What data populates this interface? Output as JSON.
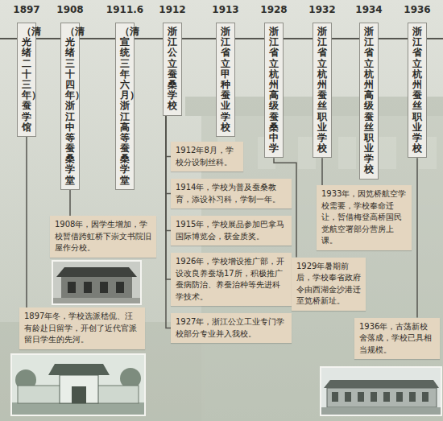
{
  "diagram": {
    "nodes": [
      {
        "text": [
          "1897",
          "（清光绪二十三年）蚕学馆"
        ]
      },
      {
        "text": [
          "1908",
          "（清光绪三十四年）浙江中等蚕桑学堂"
        ]
      },
      {
        "text": [
          "1911.6",
          "（清宣统三年六月）浙江高等蚕桑学堂"
        ]
      },
      {
        "text": [
          "1912",
          "浙江公立蚕桑学校"
        ]
      },
      {
        "text": [
          "1913",
          "浙江省立甲种蚕业学校"
        ]
      },
      {
        "text": [
          "1928",
          "浙江省立杭州高级蚕桑中学"
        ]
      },
      {
        "text": [
          "1932",
          "浙江省立杭州蚕丝职业学校"
        ]
      },
      {
        "text": [
          "1934",
          "浙江省立杭州高级蚕丝职业学校"
        ]
      },
      {
        "text": [
          "1936",
          "浙江省立杭州蚕丝职业学校"
        ]
      },
      {
        "text": [
          "1897年冬，学校选派嵇侃、汪有龄赴日留学，开创了近代官派留日学生的先河。"
        ]
      },
      {
        "text": [
          "1908年，因学生增加，学校暂借跨虹桥下崇文书院旧屋作分校。"
        ]
      },
      {
        "text": [
          "1912年8月，学校分设制丝科。"
        ]
      },
      {
        "text": [
          "1914年，学校为普及蚕桑教育，添设补习科，学制一年。"
        ]
      },
      {
        "text": [
          "1915年，学校展品参加巴拿马国际博览会，获金质奖。"
        ]
      },
      {
        "text": [
          "1926年，学校增设推广部，开设改良养蚕场17所，积极推广蚕病防治、养蚕治种等先进科学技术。"
        ]
      },
      {
        "text": [
          "1927年，浙江公立工业专门学校部分专业并入我校。"
        ]
      },
      {
        "text": [
          "1929年暑期前后，学校奉省政府令由西湖金沙港迁至笕桥新址。"
        ]
      },
      {
        "text": [
          "1933年，因笕桥航空学校需要，学校奉命迁让，暂借梅登高桥国民党航空署部分营房上课。"
        ]
      },
      {
        "text": [
          "1936年，古荡新校舍落成，学校已具相当规模。"
        ]
      }
    ],
    "edges": [
      {
        "from": 0,
        "to": 9,
        "arrow": "none"
      },
      {
        "from": 1,
        "to": 10,
        "arrow": "none"
      },
      {
        "from": 3,
        "to": 11,
        "arrow": "none"
      },
      {
        "from": 3,
        "to": 12,
        "arrow": "none"
      },
      {
        "from": 3,
        "to": 13,
        "arrow": "none"
      },
      {
        "from": 3,
        "to": 14,
        "arrow": "none"
      },
      {
        "from": 3,
        "to": 15,
        "arrow": "none"
      },
      {
        "from": 5,
        "to": 16,
        "arrow": "none"
      },
      {
        "from": 6,
        "to": 17,
        "arrow": "none"
      },
      {
        "from": 8,
        "to": 18,
        "arrow": "none"
      }
    ]
  }
}
